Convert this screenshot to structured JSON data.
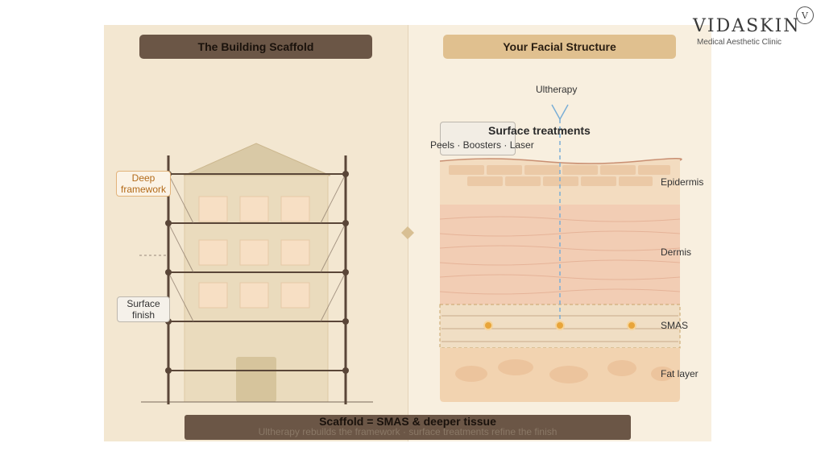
{
  "brand": {
    "name": "VIDASKIN",
    "tagline": "Medical Aesthetic Clinic",
    "mark": "V"
  },
  "left_panel": {
    "title": "The Building Scaffold",
    "callouts": {
      "deep": "Deep framework",
      "surface": "Surface finish"
    }
  },
  "right_panel": {
    "title": "Your Facial Structure",
    "ultherapy_label": "Ultherapy",
    "surface_treatments": {
      "title": "Surface treatments",
      "subtitle": "Peels · Boosters · Laser"
    },
    "layers": {
      "epidermis": "Epidermis",
      "dermis": "Dermis",
      "smas": "SMAS",
      "fat": "Fat layer"
    }
  },
  "footer": {
    "title": "Scaffold = SMAS & deeper tissue",
    "subtitle": "Ultherapy rebuilds the framework · surface treatments refine the finish"
  },
  "colors": {
    "left_bg": "#f3e7d1",
    "right_bg": "#f8efdf",
    "header_dark": "#6b5646",
    "header_light": "#e0c08f",
    "scaffold": "#5a4638",
    "accent_orange": "#e8a53a",
    "ultherapy_line": "#7aaed6"
  }
}
